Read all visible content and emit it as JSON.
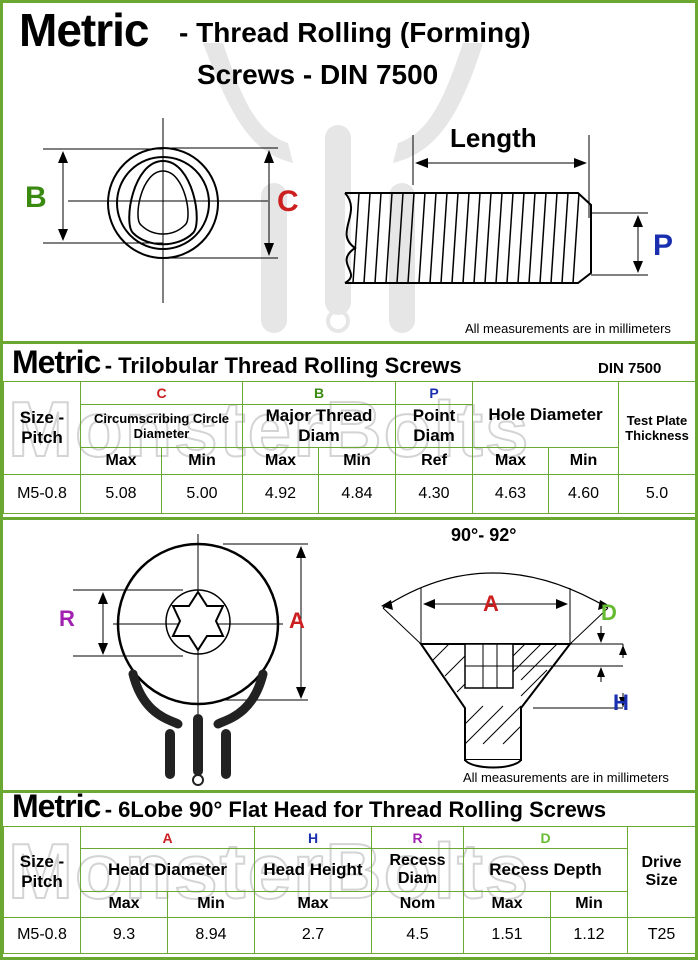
{
  "header": {
    "metric": "Metric",
    "title_line1": "- Thread Rolling (Forming)",
    "title_line2": "Screws - DIN 7500"
  },
  "diagram1": {
    "label_b": "B",
    "label_c": "C",
    "label_length": "Length",
    "label_p": "P",
    "note": "All measurements are in millimeters"
  },
  "table1": {
    "metric": "Metric",
    "title": "- Trilobular Thread Rolling Screws",
    "standard": "DIN 7500",
    "watermark": "MonsterBolts",
    "size_pitch": "Size - Pitch",
    "letters": {
      "c": "C",
      "b": "B",
      "p": "P"
    },
    "headers": {
      "circ": "Circumscribing Circle Diameter",
      "major": "Major Thread Diam",
      "point": "Point Diam",
      "hole": "Hole Diameter",
      "test": "Test Plate Thickness"
    },
    "sub": {
      "max1": "Max",
      "min1": "Min",
      "max2": "Max",
      "min2": "Min",
      "ref": "Ref",
      "max3": "Max",
      "min3": "Min"
    },
    "row": {
      "size": "M5-0.8",
      "c_max": "5.08",
      "c_min": "5.00",
      "b_max": "4.92",
      "b_min": "4.84",
      "p_ref": "4.30",
      "hole_max": "4.63",
      "hole_min": "4.60",
      "test": "5.0"
    }
  },
  "diagram2": {
    "label_r": "R",
    "label_a_left": "A",
    "angle": "90°- 92°",
    "label_a_right": "A",
    "label_d": "D",
    "label_h": "H",
    "note": "All measurements are in millimeters"
  },
  "table2": {
    "metric": "Metric",
    "title": "- 6Lobe 90° Flat Head for Thread Rolling Screws",
    "watermark": "MonsterBolts",
    "size_pitch": "Size - Pitch",
    "letters": {
      "a": "A",
      "h": "H",
      "r": "R",
      "d": "D"
    },
    "headers": {
      "head_diam": "Head Diameter",
      "head_height": "Head Height",
      "recess_diam": "Recess Diam",
      "recess_depth": "Recess Depth",
      "drive": "Drive Size"
    },
    "sub": {
      "max1": "Max",
      "min1": "Min",
      "max2": "Max",
      "nom": "Nom",
      "max3": "Max",
      "min3": "Min"
    },
    "row": {
      "size": "M5-0.8",
      "a_max": "9.3",
      "a_min": "8.94",
      "h_max": "2.7",
      "r_nom": "4.5",
      "d_max": "1.51",
      "d_min": "1.12",
      "drive": "T25"
    }
  },
  "colors": {
    "border": "#6aa832",
    "red": "#cc1f1f",
    "green": "#3a8a12",
    "blue": "#1a2fb0",
    "purple": "#a020b0",
    "light_green": "#66bb33"
  }
}
